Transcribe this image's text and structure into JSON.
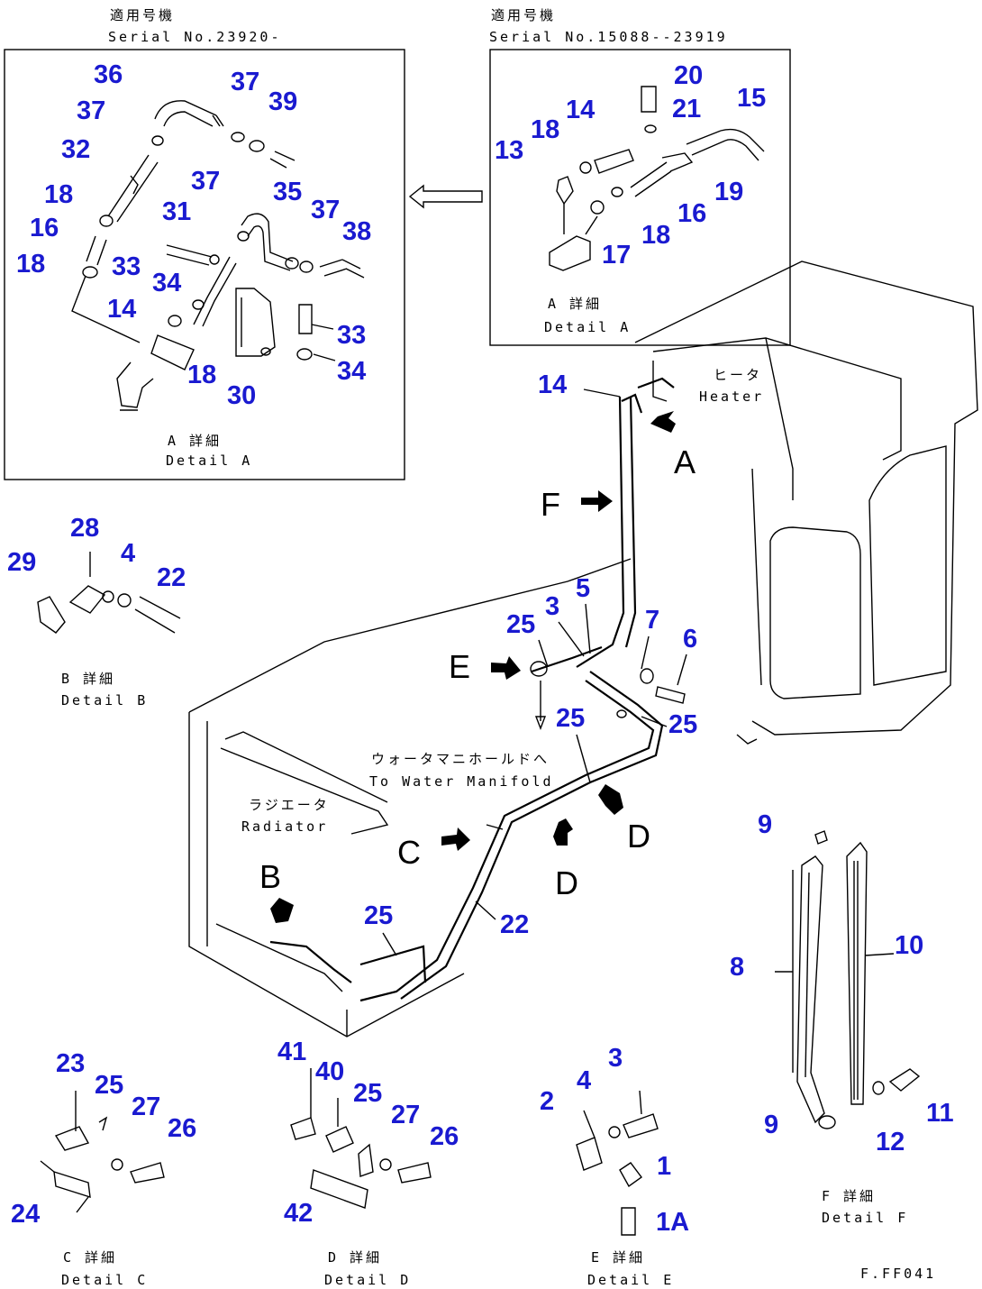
{
  "headers": {
    "left_jp": "適用号機",
    "left_serial": "Serial No.23920-",
    "right_jp": "適用号機",
    "right_serial": "Serial No.15088--23919"
  },
  "details": {
    "detail_a_left_jp": "A 詳細",
    "detail_a_left_en": "Detail A",
    "detail_a_right_jp": "A 詳細",
    "detail_a_right_en": "Detail A",
    "detail_b_jp": "B 詳細",
    "detail_b_en": "Detail B",
    "detail_c_jp": "C 詳細",
    "detail_c_en": "Detail C",
    "detail_d_jp": "D 詳細",
    "detail_d_en": "Detail D",
    "detail_e_jp": "E 詳細",
    "detail_e_en": "Detail E",
    "detail_f_jp": "F 詳細",
    "detail_f_en": "Detail F"
  },
  "annotations": {
    "heater_jp": "ヒータ",
    "heater_en": "Heater",
    "water_jp": "ウォータマニホールドへ",
    "water_en": "To Water Manifold",
    "radiator_jp": "ラジエータ",
    "radiator_en": "Radiator",
    "figure_code": "F.FF041"
  },
  "view_letters": {
    "a": "A",
    "b": "B",
    "c": "C",
    "d1": "D",
    "d2": "D",
    "e": "E",
    "f": "F"
  },
  "part_numbers": {
    "la_36": "36",
    "la_37a": "37",
    "la_39": "39",
    "la_37b": "37",
    "la_32": "32",
    "la_18a": "18",
    "la_16": "16",
    "la_18b": "18",
    "la_37c": "37",
    "la_31": "31",
    "la_35": "35",
    "la_37d": "37",
    "la_38": "38",
    "la_33a": "33",
    "la_34a": "34",
    "la_14": "14",
    "la_33b": "33",
    "la_34b": "34",
    "la_18c": "18",
    "la_30": "30",
    "ra_20": "20",
    "ra_21": "21",
    "ra_15": "15",
    "ra_18a": "18",
    "ra_14": "14",
    "ra_13": "13",
    "ra_19": "19",
    "ra_16": "16",
    "ra_18b": "18",
    "ra_17": "17",
    "b_28": "28",
    "b_4": "4",
    "b_29": "29",
    "b_22": "22",
    "m_14": "14",
    "m_5": "5",
    "m_3": "3",
    "m_25a": "25",
    "m_7": "7",
    "m_6": "6",
    "m_25b": "25",
    "m_25c": "25",
    "m_22": "22",
    "m_25d": "25",
    "f_9a": "9",
    "f_10": "10",
    "f_8": "8",
    "f_9b": "9",
    "f_11": "11",
    "f_12": "12",
    "c_23": "23",
    "c_25": "25",
    "c_27": "27",
    "c_26": "26",
    "c_24": "24",
    "d_41": "41",
    "d_40": "40",
    "d_25": "25",
    "d_27": "27",
    "d_26": "26",
    "d_42": "42",
    "e_3": "3",
    "e_4": "4",
    "e_2": "2",
    "e_1": "1",
    "e_1a": "1A"
  }
}
